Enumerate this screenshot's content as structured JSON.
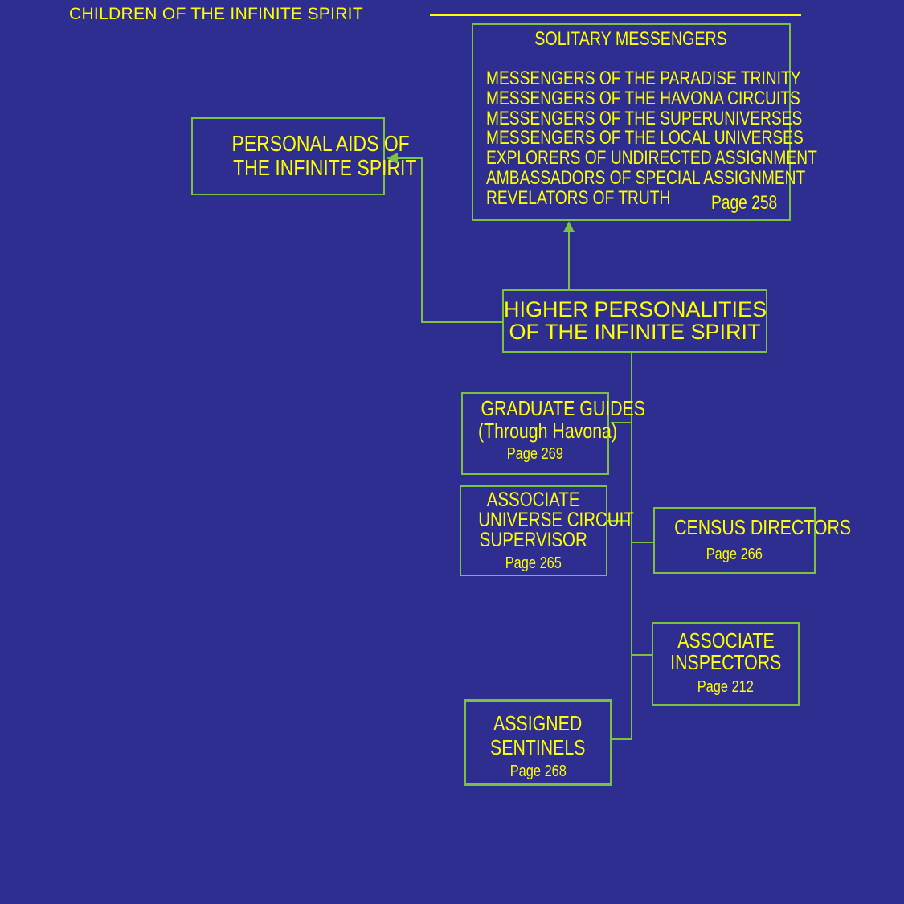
{
  "header": {
    "title": "CHILDREN OF THE INFINITE SPIRIT"
  },
  "colors": {
    "background": "#2d2e8f",
    "text": "#ffff00",
    "border": "#7cc242"
  },
  "nodes": {
    "solitary": {
      "heading": "SOLITARY MESSENGERS",
      "items": [
        "MESSENGERS OF THE PARADISE TRINITY",
        "MESSENGERS OF THE HAVONA CIRCUITS",
        "MESSENGERS OF THE SUPERUNIVERSES",
        "MESSENGERS OF THE LOCAL UNIVERSES",
        "EXPLORERS OF UNDIRECTED ASSIGNMENT",
        "AMBASSADORS OF SPECIAL ASSIGNMENT",
        "REVELATORS OF TRUTH"
      ],
      "page": "Page 258"
    },
    "personal_aids": {
      "line1": "PERSONAL AIDS OF",
      "line2": "THE INFINITE SPIRIT"
    },
    "higher": {
      "line1": "HIGHER PERSONALITIES",
      "line2": "OF THE INFINITE SPIRIT"
    },
    "graduate_guides": {
      "line1": "GRADUATE GUIDES",
      "line2": "(Through Havona)",
      "page": "Page 269"
    },
    "circuit_supervisor": {
      "line1": "ASSOCIATE",
      "line2": "UNIVERSE CIRCUIT",
      "line3": "SUPERVISOR",
      "page": "Page 265"
    },
    "census_directors": {
      "line1": "CENSUS DIRECTORS",
      "page": "Page 266"
    },
    "associate_inspectors": {
      "line1": "ASSOCIATE",
      "line2": "INSPECTORS",
      "page": "Page 212"
    },
    "assigned_sentinels": {
      "line1": "ASSIGNED",
      "line2": "SENTINELS",
      "page": "Page 268"
    }
  }
}
